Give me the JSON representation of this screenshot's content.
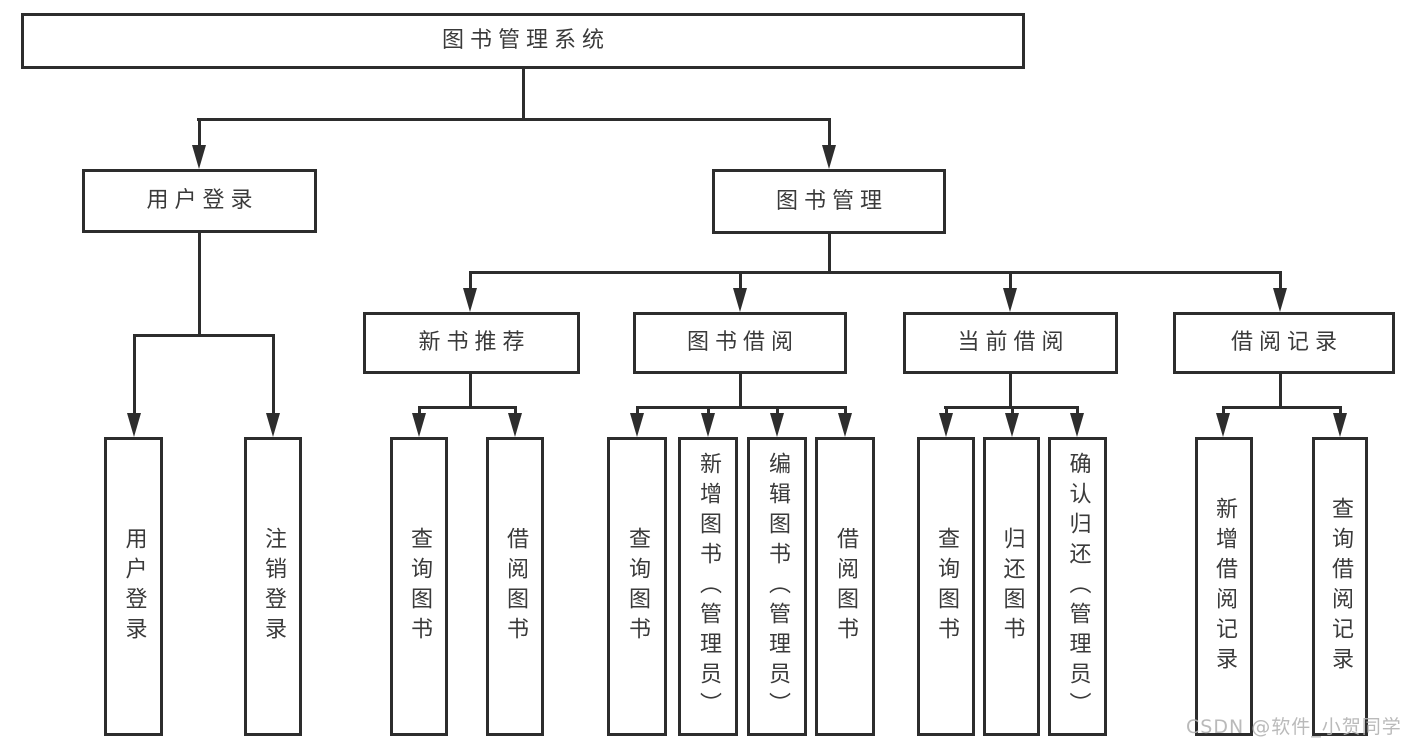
{
  "diagram": {
    "type": "function-structure-tree",
    "title": "图书管理系统",
    "watermark": "CSDN @软件_小贺同学",
    "colors": {
      "line": "#2d2d2d",
      "text": "#3a3a3a",
      "watermark": "#b3b3b3",
      "box_bg": "#ffffff"
    },
    "tree": {
      "label": "图书管理系统",
      "children": [
        {
          "label": "用户登录",
          "children": [
            {
              "label": "用户登录"
            },
            {
              "label": "注销登录"
            }
          ]
        },
        {
          "label": "图书管理",
          "children": [
            {
              "label": "新书推荐",
              "children": [
                {
                  "label": "查询图书"
                },
                {
                  "label": "借阅图书"
                }
              ]
            },
            {
              "label": "图书借阅",
              "children": [
                {
                  "label": "查询图书"
                },
                {
                  "label": "新增图书（管理员）"
                },
                {
                  "label": "编辑图书（管理员）"
                },
                {
                  "label": "借阅图书"
                }
              ]
            },
            {
              "label": "当前借阅",
              "children": [
                {
                  "label": "查询图书"
                },
                {
                  "label": "归还图书"
                },
                {
                  "label": "确认归还（管理员）"
                }
              ]
            },
            {
              "label": "借阅记录",
              "children": [
                {
                  "label": "新增借阅记录"
                },
                {
                  "label": "查询借阅记录"
                }
              ]
            }
          ]
        }
      ]
    }
  }
}
